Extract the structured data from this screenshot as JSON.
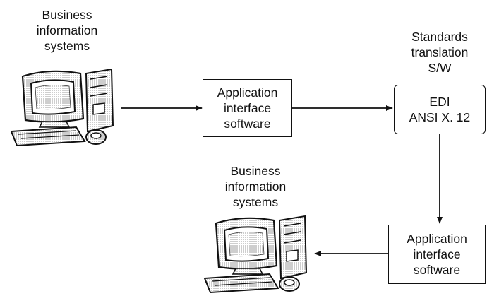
{
  "top_system": {
    "label_lines": [
      "Business",
      "information",
      "systems"
    ],
    "icon": "computer-icon"
  },
  "bottom_system": {
    "label_lines": [
      "Business",
      "information",
      "systems"
    ],
    "icon": "computer-icon"
  },
  "translator": {
    "label_lines": [
      "Standards",
      "translation",
      "S/W"
    ],
    "box_lines": [
      "EDI",
      "ANSI X. 12"
    ]
  },
  "interface_top": {
    "box_lines": [
      "Application",
      "interface",
      "software"
    ]
  },
  "interface_bottom": {
    "box_lines": [
      "Application",
      "interface",
      "software"
    ]
  }
}
